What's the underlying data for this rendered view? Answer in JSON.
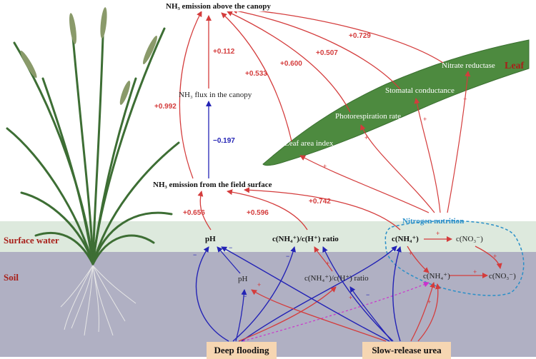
{
  "colors": {
    "surface_water": "#dde9dd",
    "soil": "#b0b0c3",
    "leaf": "#4d8a3f",
    "positive": "#d43c3c",
    "negative": "#2323b5",
    "mixed": "#cc33cc",
    "nitrogen_ring": "#2a8fc8"
  },
  "zones": {
    "surface_water": "Surface water",
    "soil": "Soil",
    "leaf": "Leaf"
  },
  "nodes": {
    "canopy_emission": "NH₃ emission above the canopy",
    "canopy_flux": "NH₃ flux in the canopy",
    "field_emission": "NH₃ emission from the field surface",
    "ph_water": "pH",
    "ratio_water": "c(NH₄⁺)/c(H⁺) ratio",
    "ph_soil": "pH",
    "ratio_soil": "c(NH₄⁺)/c(H⁺) ratio",
    "nh4_water": "c(NH₄⁺)",
    "no3_water": "c(NO₃⁻)",
    "nh4_soil": "c(NH₄⁺)",
    "no3_soil": "c(NO₃⁻)",
    "nitrogen_nutrition": "Nitrogen nutrition",
    "leaf_area_index": "Leaf area index",
    "photorespiration": "Photorespiration rate",
    "stomatal": "Stomatal conductance",
    "nitrate_reductase": "Nitrate reductase"
  },
  "treatments": {
    "deep_flooding": "Deep flooding",
    "slow_release_urea": "Slow-release urea"
  },
  "coefficients": {
    "flux_to_canopy": "+0.112",
    "lai_to_canopy": "+0.533",
    "photo_to_canopy": "+0.600",
    "stomatal_to_canopy": "+0.507",
    "nitrate_to_canopy": "+0.729",
    "field_to_canopy": "+0.992",
    "field_to_flux": "−0.197",
    "ph_to_field": "+0.656",
    "ratio_to_field": "+0.596",
    "nh4_to_field": "+0.742"
  },
  "signs": {
    "plus": "+",
    "minus": "−"
  }
}
